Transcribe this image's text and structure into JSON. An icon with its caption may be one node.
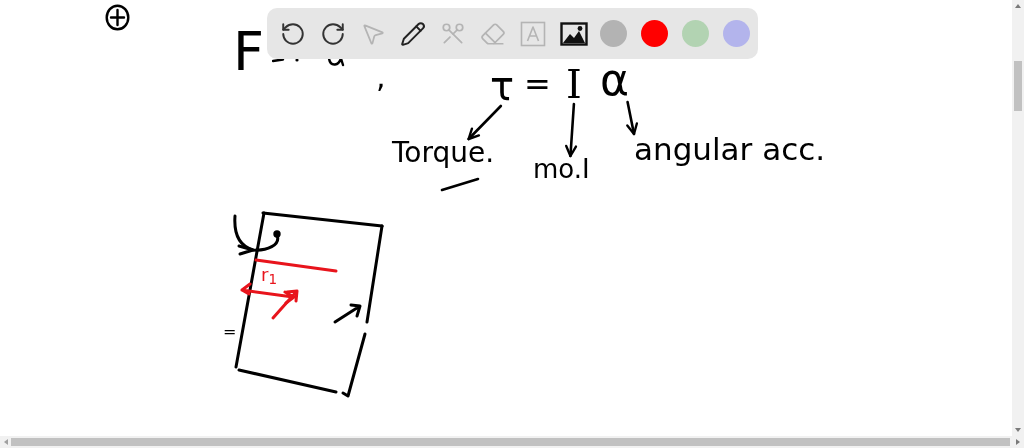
{
  "diagram": {
    "nodes": [
      {
        "text": [
          "τ"
        ]
      },
      {
        "text": [
          "I"
        ]
      },
      {
        "text": [
          "α"
        ]
      },
      {
        "text": [
          "Torque."
        ]
      },
      {
        "text": [
          "mo.I"
        ]
      },
      {
        "text": [
          "angular acc."
        ]
      }
    ],
    "edges": [
      {
        "from": 0,
        "to": 3,
        "arrow": "to"
      },
      {
        "from": 1,
        "to": 4,
        "arrow": "to"
      },
      {
        "from": 2,
        "to": 5,
        "arrow": "to"
      }
    ],
    "labels": [
      "F",
      ",",
      "=",
      "r$_{1}$",
      "="
    ]
  }
}
